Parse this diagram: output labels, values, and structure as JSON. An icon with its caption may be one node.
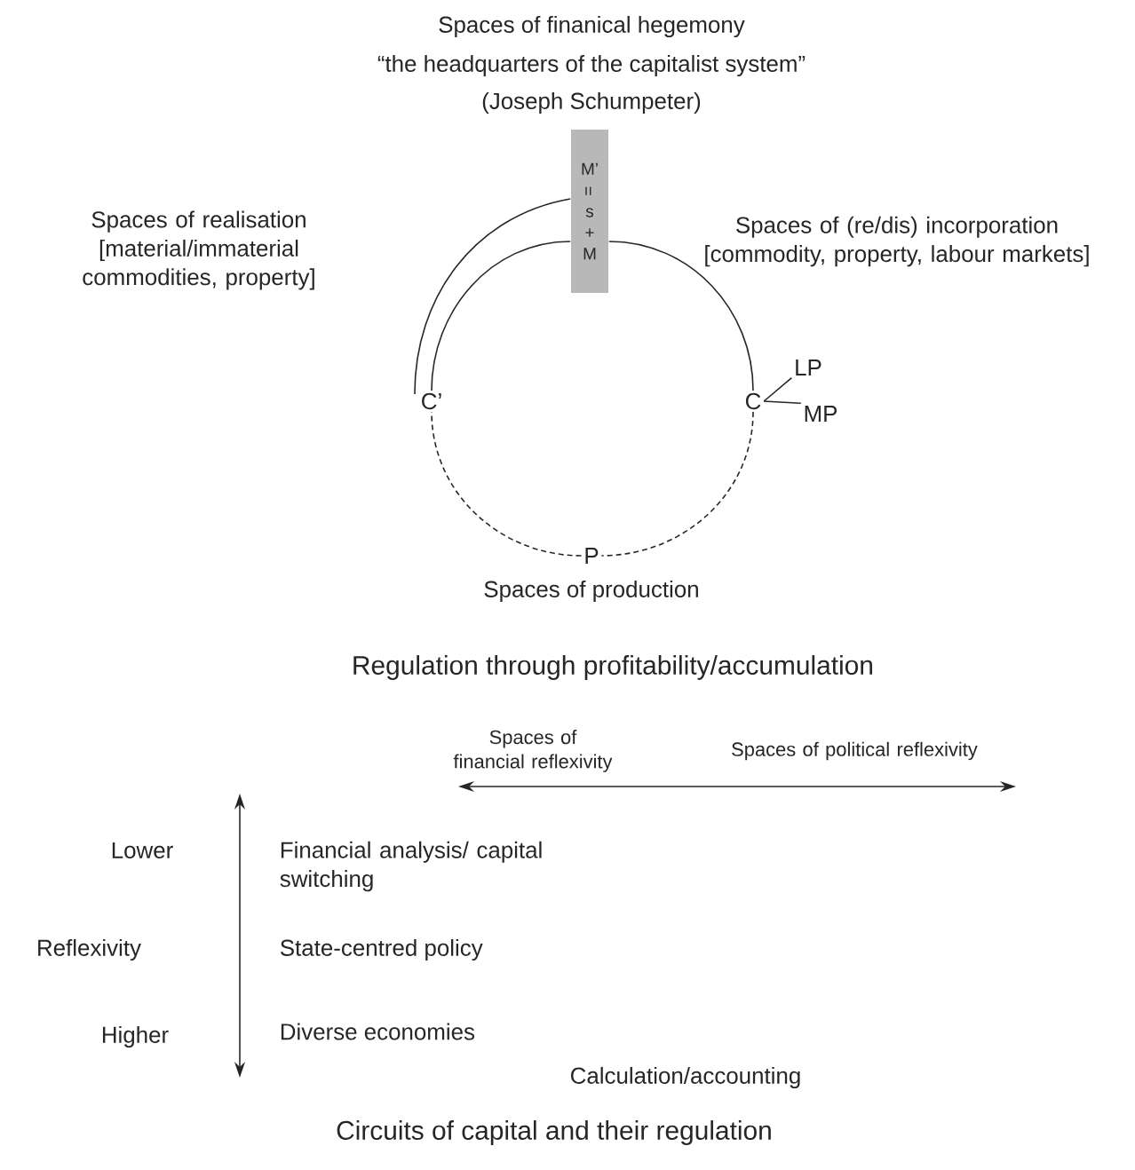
{
  "diagram": {
    "caption": "Circuits of capital and their regulation",
    "nodes": [
      {
        "text": [
          "M’",
          "=",
          "s",
          "+",
          "M"
        ]
      },
      {
        "text": [
          "C’"
        ]
      },
      {
        "text": [
          "C"
        ]
      },
      {
        "text": [
          "P"
        ]
      },
      {
        "text": [
          "LP"
        ]
      },
      {
        "text": [
          "MP"
        ]
      }
    ],
    "edges": [
      {
        "from": 0,
        "to": 2,
        "arrow": "none"
      },
      {
        "from": 2,
        "to": 3,
        "arrow": "none",
        "style": "dashed"
      },
      {
        "from": 3,
        "to": 1,
        "arrow": "none",
        "style": "dashed"
      },
      {
        "from": 1,
        "to": 0,
        "arrow": "none"
      },
      {
        "from": 1,
        "to": 0,
        "arrow": "none"
      },
      {
        "from": 2,
        "to": 4,
        "arrow": "none"
      },
      {
        "from": 2,
        "to": 5,
        "arrow": "none"
      }
    ],
    "labels": [
      "Spaces of finanical hegemony",
      "“the headquarters of the capitalist system”",
      "(Joseph Schumpeter)",
      "Spaces of realisation [material/immaterial commodities, property]",
      "Spaces of (re/dis) incorporation [commodity, property, labour markets]",
      "Spaces of production",
      "Regulation through profitability/accumulation",
      "Spaces of financial reflexivity",
      "Spaces of political reflexivity",
      "Lower",
      "Financial analysis/ capital switching",
      "Reflexivity",
      "State-centred policy",
      "Higher",
      "Diverse economies",
      "Calculation/accounting"
    ]
  }
}
